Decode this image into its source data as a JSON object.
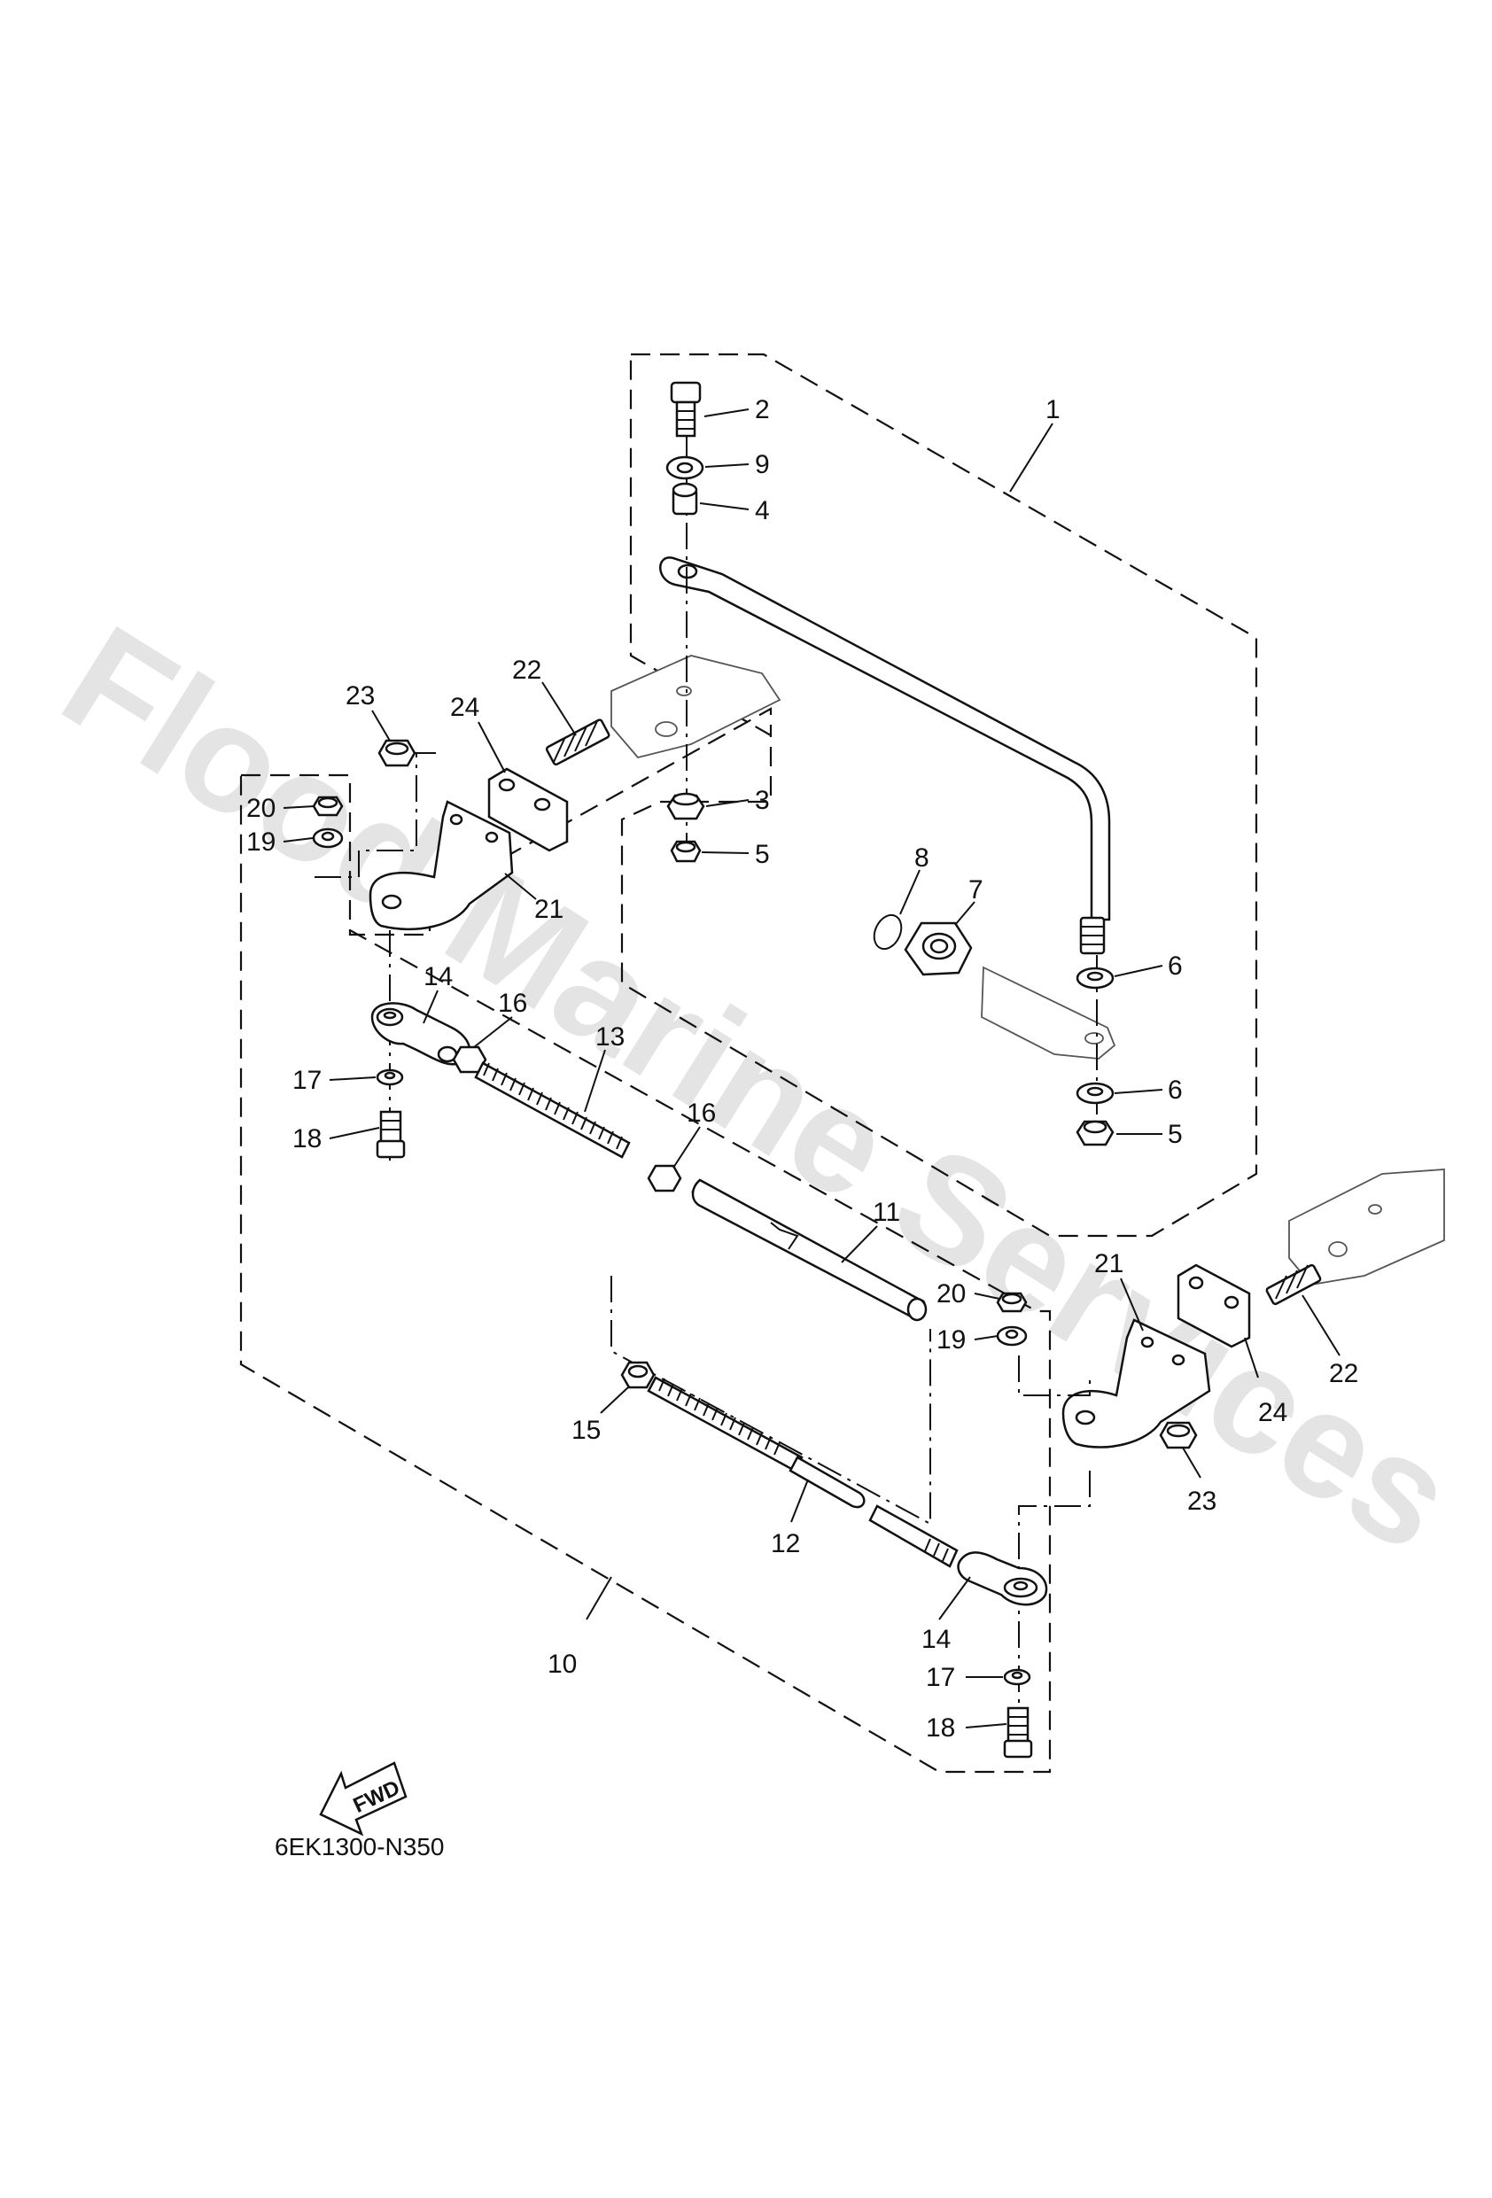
{
  "watermark": "Flood Marine Services",
  "diagram_code": "6EK1300-N350",
  "direction_arrow_label": "FWD",
  "callouts": [
    {
      "id": "c1",
      "text": "1"
    },
    {
      "id": "c2",
      "text": "2"
    },
    {
      "id": "c9a",
      "text": "9"
    },
    {
      "id": "c4",
      "text": "4"
    },
    {
      "id": "c3",
      "text": "3"
    },
    {
      "id": "c5a",
      "text": "5"
    },
    {
      "id": "c8",
      "text": "8"
    },
    {
      "id": "c7",
      "text": "7"
    },
    {
      "id": "c6a",
      "text": "6"
    },
    {
      "id": "c6b",
      "text": "6"
    },
    {
      "id": "c5b",
      "text": "5"
    },
    {
      "id": "c22a",
      "text": "22"
    },
    {
      "id": "c24a",
      "text": "24"
    },
    {
      "id": "c23a",
      "text": "23"
    },
    {
      "id": "c20a",
      "text": "20"
    },
    {
      "id": "c19a",
      "text": "19"
    },
    {
      "id": "c21a",
      "text": "21"
    },
    {
      "id": "c14a",
      "text": "14"
    },
    {
      "id": "c16a",
      "text": "16"
    },
    {
      "id": "c13",
      "text": "13"
    },
    {
      "id": "c17a",
      "text": "17"
    },
    {
      "id": "c18a",
      "text": "18"
    },
    {
      "id": "c16b",
      "text": "16"
    },
    {
      "id": "c11",
      "text": "11"
    },
    {
      "id": "c20b",
      "text": "20"
    },
    {
      "id": "c19b",
      "text": "19"
    },
    {
      "id": "c21b",
      "text": "21"
    },
    {
      "id": "c22b",
      "text": "22"
    },
    {
      "id": "c24b",
      "text": "24"
    },
    {
      "id": "c23b",
      "text": "23"
    },
    {
      "id": "c15",
      "text": "15"
    },
    {
      "id": "c12",
      "text": "12"
    },
    {
      "id": "c14b",
      "text": "14"
    },
    {
      "id": "c17b",
      "text": "17"
    },
    {
      "id": "c18b",
      "text": "18"
    },
    {
      "id": "c10",
      "text": "10"
    }
  ]
}
